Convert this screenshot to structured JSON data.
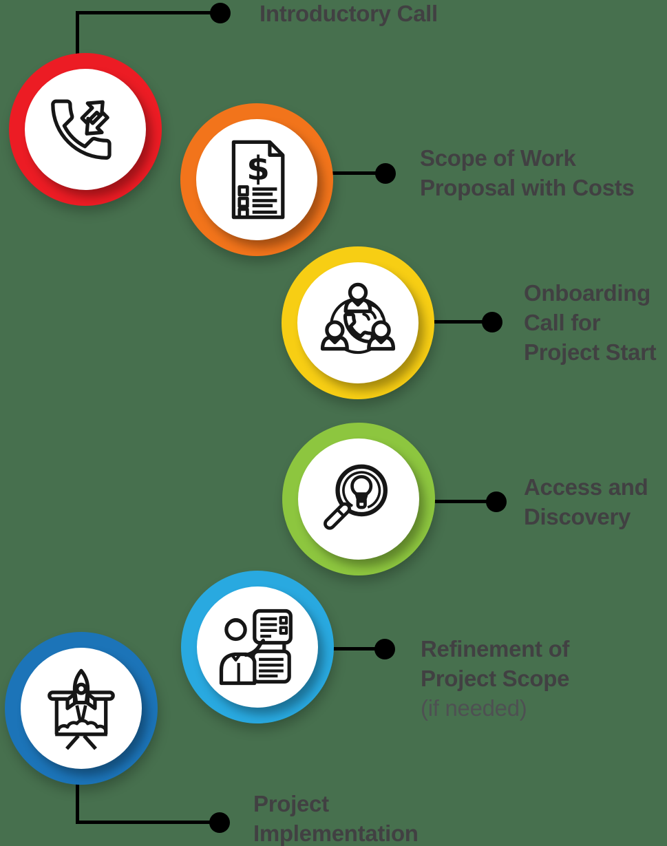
{
  "colors": {
    "background": "#47704E",
    "connector": "#000000",
    "label_text": "#414042",
    "note_text": "#4E5052"
  },
  "steps": [
    {
      "id": "introductory-call",
      "icon": "phone-call-icon",
      "color": "#EC1C24",
      "label": "Introductory Call",
      "lines": [
        "Introductory Call"
      ]
    },
    {
      "id": "scope-of-work-proposal",
      "icon": "invoice-dollar-icon",
      "color": "#F2741B",
      "label": "Scope of Work Proposal with Costs",
      "lines": [
        "Scope of Work",
        "Proposal with Costs"
      ]
    },
    {
      "id": "onboarding-call",
      "icon": "conference-call-icon",
      "color": "#F7CE14",
      "label": "Onboarding Call for Project Start",
      "lines": [
        "Onboarding",
        "Call for",
        "Project Start"
      ]
    },
    {
      "id": "access-and-discovery",
      "icon": "magnifier-lightbulb-icon",
      "color": "#8DC63F",
      "label": "Access and Discovery",
      "lines": [
        "Access and",
        "Discovery"
      ]
    },
    {
      "id": "refinement-of-project-scope",
      "icon": "presentation-review-icon",
      "color": "#29A9E0",
      "label": "Refinement of Project Scope (if needed)",
      "lines": [
        "Refinement of",
        "Project Scope"
      ],
      "note": "(if needed)"
    },
    {
      "id": "project-implementation",
      "icon": "rocket-launch-icon",
      "color": "#1C74B8",
      "label": "Project Implementation",
      "lines": [
        "Project",
        "Implementation"
      ]
    }
  ]
}
